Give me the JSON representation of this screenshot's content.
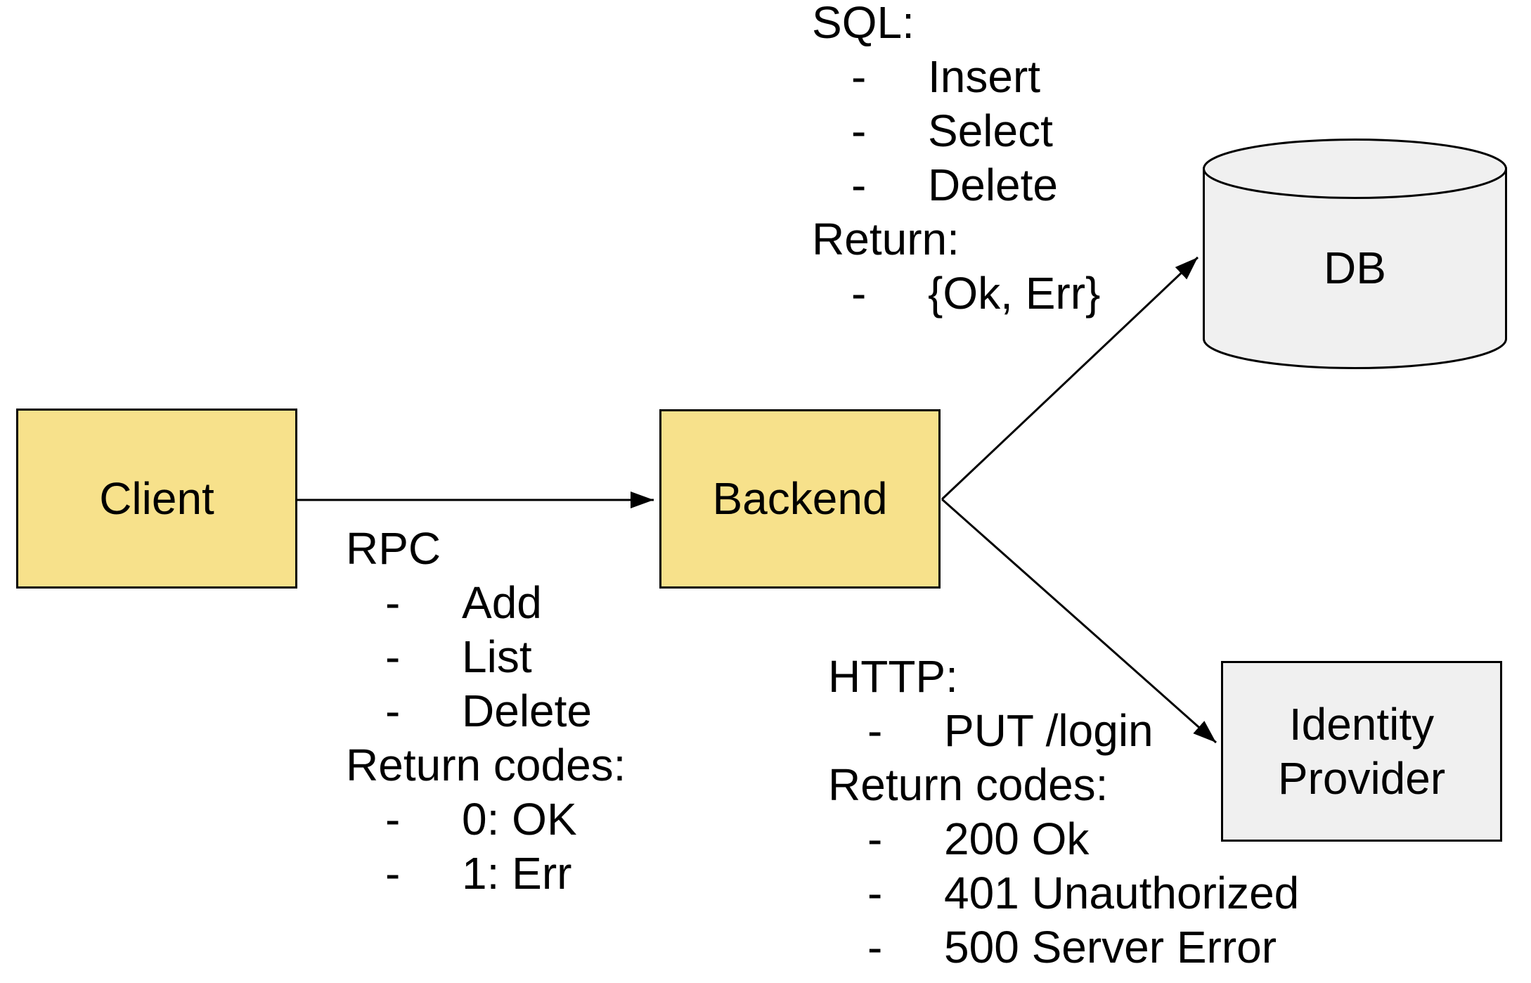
{
  "colors": {
    "node_fill_yellow": "#f7e18b",
    "node_fill_gray": "#f0f0f0",
    "border": "#000000",
    "text": "#000000",
    "background": "#ffffff"
  },
  "nodes": {
    "client": {
      "label": "Client"
    },
    "backend": {
      "label": "Backend"
    },
    "db": {
      "label": "DB"
    },
    "identity": {
      "label": "Identity Provider"
    }
  },
  "annotations": {
    "rpc": {
      "title": "RPC",
      "bullet": "-",
      "items": [
        "Add",
        "List",
        "Delete"
      ],
      "subtitle": "Return codes:",
      "sub_items": [
        "0: OK",
        "1: Err"
      ]
    },
    "sql": {
      "title": "SQL:",
      "bullet": "-",
      "items": [
        "Insert",
        "Select",
        "Delete"
      ],
      "subtitle": "Return:",
      "sub_items": [
        "{Ok, Err}"
      ]
    },
    "http": {
      "title": "HTTP:",
      "bullet": "-",
      "items": [
        "PUT /login"
      ],
      "subtitle": "Return codes:",
      "sub_items": [
        "200 Ok",
        "401 Unauthorized",
        "500 Server Error"
      ]
    }
  },
  "edges": [
    {
      "from": "client",
      "to": "backend"
    },
    {
      "from": "backend",
      "to": "db"
    },
    {
      "from": "backend",
      "to": "identity"
    }
  ]
}
